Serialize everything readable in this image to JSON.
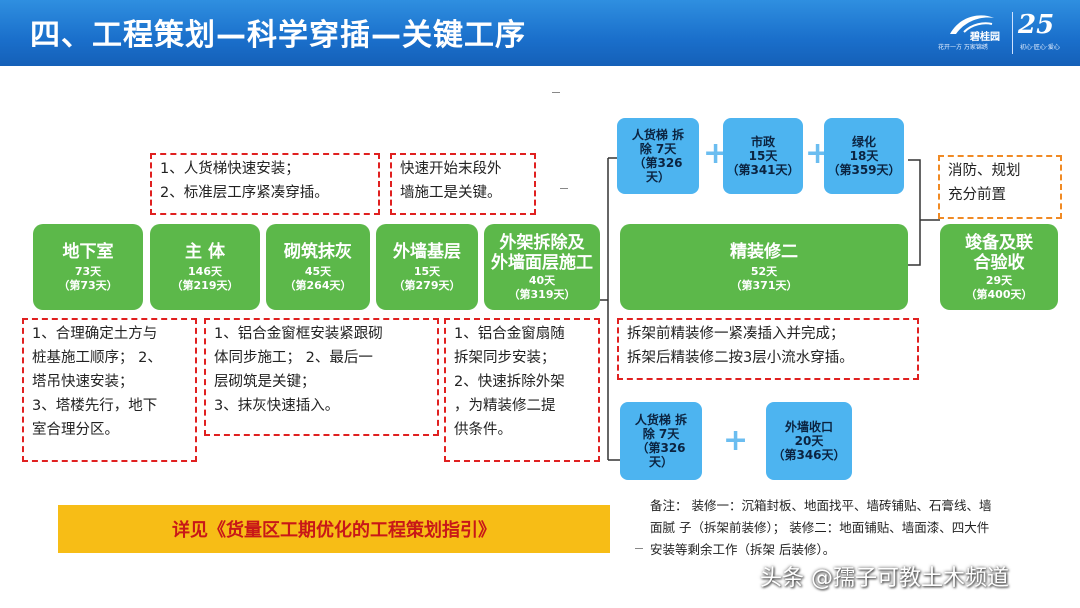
{
  "header": {
    "title": "四、工程策划—科学穿插—关键工序",
    "logo_brand": "碧桂园",
    "logo_anniversary": "25",
    "logo_tag_left": "花开一方 万家锦绣",
    "logo_tag_right": "初心·匠心·爱心"
  },
  "phases": [
    {
      "name": "地下室",
      "days": "73天",
      "cumulative": "（第73天）"
    },
    {
      "name": "主 体",
      "days": "146天",
      "cumulative": "（第219天）"
    },
    {
      "name": "砌筑抹灰",
      "days": "45天",
      "cumulative": "（第264天）"
    },
    {
      "name": "外墙基层",
      "days": "15天",
      "cumulative": "（第279天）"
    },
    {
      "name1": "外架拆除及",
      "name2": "外墙面层施工",
      "days": "40天",
      "cumulative": "（第319天）"
    },
    {
      "name": "精装修二",
      "days": "52天",
      "cumulative": "（第371天）"
    },
    {
      "name1": "竣备及联",
      "name2": "合验收",
      "days": "29天",
      "cumulative": "（第400天）"
    }
  ],
  "top_blue": [
    {
      "line1": "人货梯 拆",
      "line2": "除 7天",
      "line3": "（第326",
      "line4": "天）"
    },
    {
      "line1": "市政",
      "line2": "15天",
      "line3": "（第341天）"
    },
    {
      "line1": "绿化",
      "line2": "18天",
      "line3": "（第359天）"
    }
  ],
  "bottom_blue": [
    {
      "line1": "人货梯 拆",
      "line2": "除 7天",
      "line3": "（第326",
      "line4": "天）"
    },
    {
      "line1": "外墙收口",
      "line2": "20天",
      "line3": "（第346天）"
    }
  ],
  "notes": {
    "top_1": [
      "1、人货梯快速安装；",
      "2、标准层工序紧凑穿插。"
    ],
    "top_2": [
      "快速开始末段外",
      "墙施工是关键。"
    ],
    "fire": [
      "消防、规划",
      "充分前置"
    ],
    "bottom_1": [
      "1、合理确定土方与",
      "桩基施工顺序；  2、",
      "塔吊快速安装；",
      "3、塔楼先行，地下",
      "室合理分区。"
    ],
    "bottom_2": [
      "1、铝合金窗框安装紧跟砌",
      "体同步施工；  2、最后一",
      "层砌筑是关键；",
      "3、抹灰快速插入。"
    ],
    "bottom_3": [
      "1、铝合金窗扇随",
      "拆架同步安装；",
      "2、快速拆除外架",
      "，为精装修二提",
      "供条件。"
    ],
    "fitout": [
      "拆架前精装修一紧凑插入并完成；",
      "拆架后精装修二按3层小流水穿插。"
    ]
  },
  "reference": "详见《货量区工期优化的工程策划指引》",
  "remark": [
    "备注：  装修一：沉箱封板、地面找平、墙砖铺贴、石膏线、墙",
    "面腻 子（拆架前装修）； 装修二：地面铺贴、墙面漆、四大件",
    "安装等剩余工作（拆架 后装修）。"
  ],
  "watermark": "头条 @孺子可教土木频道",
  "plus_sign": "+",
  "colors": {
    "header": "#1a6fcb",
    "phase_green": "#5cb84a",
    "aux_blue": "#4db4f0",
    "note_red": "#e02020",
    "note_orange": "#f08a24",
    "banner_yellow": "#f7bd16",
    "banner_text": "#c81818"
  }
}
